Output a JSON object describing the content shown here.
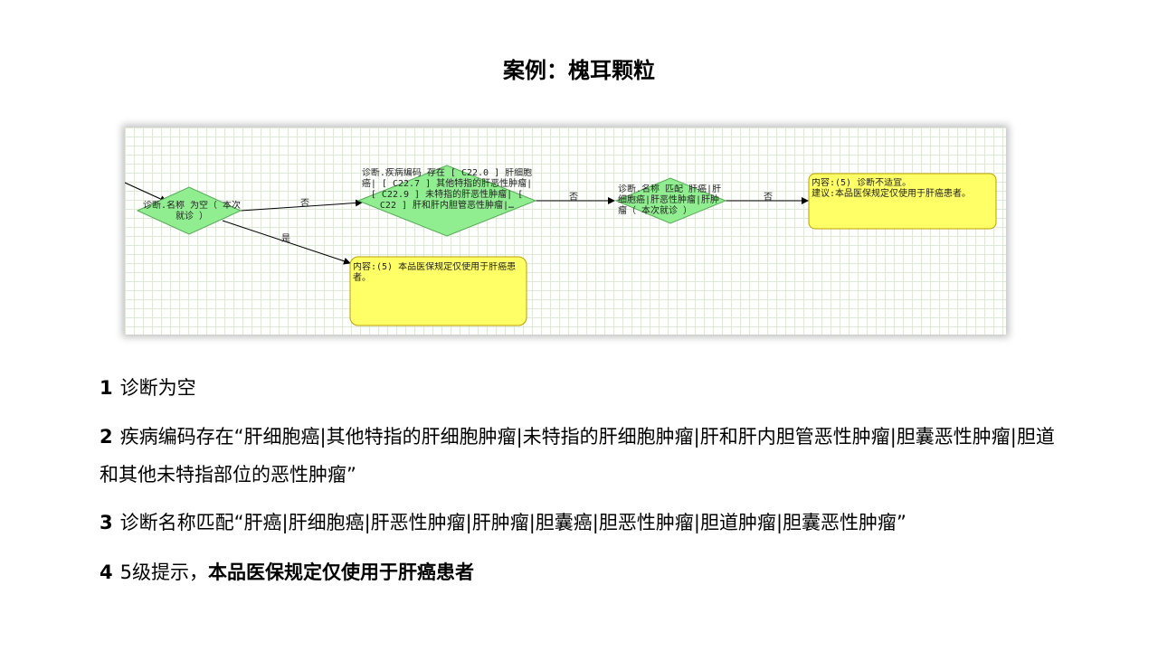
{
  "title": "案例：槐耳颗粒",
  "diagram": {
    "nodes": [
      {
        "id": "d1",
        "shape": "diamond",
        "text": "诊断.名称 为空（ 本次就诊 ）"
      },
      {
        "id": "d2",
        "shape": "diamond",
        "text": "诊断.疾病编码 存在 [ C22.0 ] 肝细胞癌| [ C22.7 ] 其他特指的肝恶性肿瘤| [ C22.9 ] 未特指的肝恶性肿瘤| [ C22 ] 肝和肝内胆管恶性肿瘤|…"
      },
      {
        "id": "d3",
        "shape": "diamond",
        "text": "诊断.名称 匹配 肝癌|肝细胞癌|肝恶性肿瘤|肝肿瘤（ 本次就诊 ）"
      },
      {
        "id": "r1",
        "shape": "note",
        "text": "内容:(5) 本品医保规定仅使用于肝癌患者。"
      },
      {
        "id": "r2",
        "shape": "note",
        "text": "内容:(5) 诊断不适宜。\n建议:本品医保规定仅使用于肝癌患者。"
      }
    ],
    "edges": [
      {
        "from": "d1",
        "to": "d2",
        "label": "否"
      },
      {
        "from": "d1",
        "to": "r1",
        "label": "是"
      },
      {
        "from": "d2",
        "to": "d3",
        "label": "否"
      },
      {
        "from": "d3",
        "to": "r2",
        "label": "否"
      }
    ],
    "colors": {
      "diamond_fill": "#90ee90",
      "diamond_stroke": "#55aa55",
      "note_fill": "#ffff66",
      "note_stroke": "#b8a000"
    }
  },
  "list": [
    {
      "num": "1",
      "text": "诊断为空",
      "bold": ""
    },
    {
      "num": "2",
      "text": "疾病编码存在“肝细胞癌|其他特指的肝细胞肿瘤|未特指的肝细胞肿瘤|肝和肝内胆管恶性肿瘤|胆囊恶性肿瘤|胆道和其他未特指部位的恶性肿瘤”",
      "bold": ""
    },
    {
      "num": "3",
      "text": "诊断名称匹配“肝癌|肝细胞癌|肝恶性肿瘤|肝肿瘤|胆囊癌|胆恶性肿瘤|胆道肿瘤|胆囊恶性肿瘤”",
      "bold": ""
    },
    {
      "num": "4",
      "text": "5级提示，",
      "bold": "本品医保规定仅使用于肝癌患者"
    }
  ]
}
